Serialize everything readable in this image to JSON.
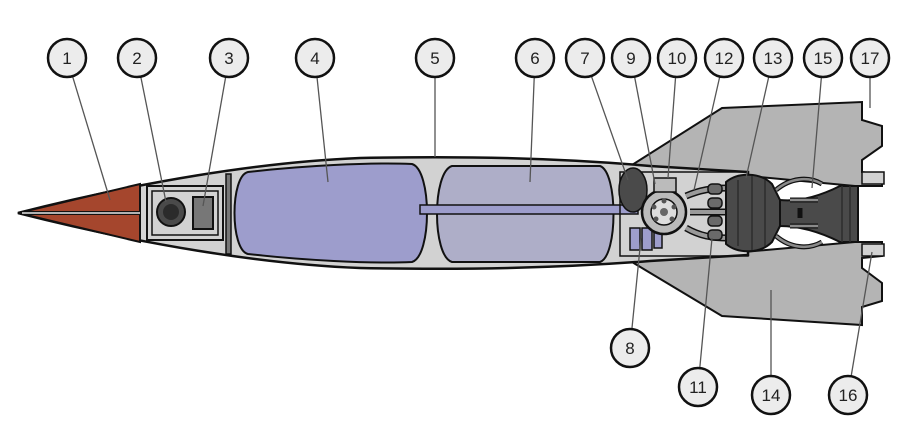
{
  "colors": {
    "outline": "#111111",
    "body": "#d2d2d2",
    "fins": "#b4b4b4",
    "warhead": "#a5462d",
    "fuel_tank": "#9d9dcc",
    "oxidizer_tank": "#aeaec8",
    "engine_dark": "#4a4a4a",
    "callout_fill": "#ececec",
    "page_background": "#ffffff"
  },
  "callouts": [
    {
      "id": "1",
      "label": "1"
    },
    {
      "id": "2",
      "label": "2"
    },
    {
      "id": "3",
      "label": "3"
    },
    {
      "id": "4",
      "label": "4"
    },
    {
      "id": "5",
      "label": "5"
    },
    {
      "id": "6",
      "label": "6"
    },
    {
      "id": "7",
      "label": "7"
    },
    {
      "id": "8",
      "label": "8"
    },
    {
      "id": "9",
      "label": "9"
    },
    {
      "id": "10",
      "label": "10"
    },
    {
      "id": "11",
      "label": "11"
    },
    {
      "id": "12",
      "label": "12"
    },
    {
      "id": "13",
      "label": "13"
    },
    {
      "id": "14",
      "label": "14"
    },
    {
      "id": "15",
      "label": "15"
    },
    {
      "id": "16",
      "label": "16"
    },
    {
      "id": "17",
      "label": "17"
    }
  ]
}
